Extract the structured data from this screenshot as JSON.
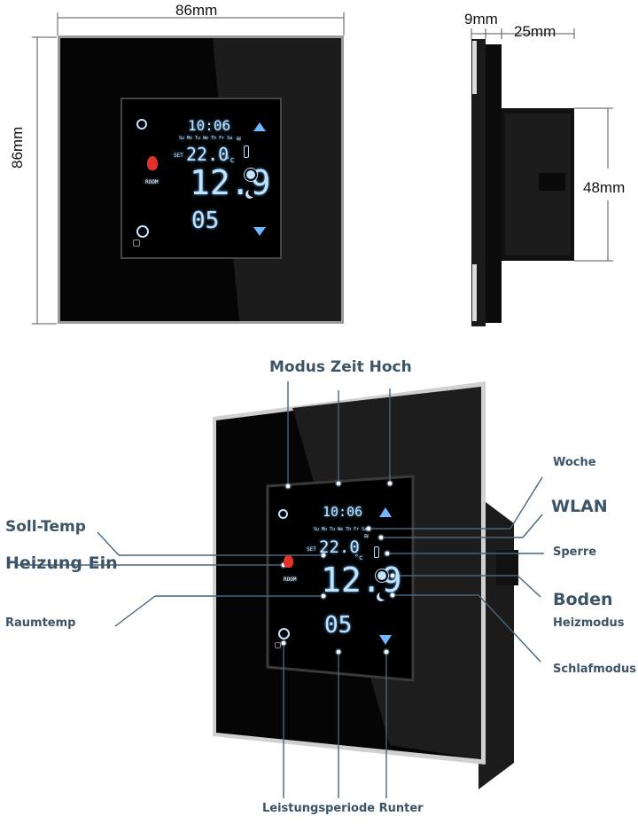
{
  "top_front": {
    "width_label": "86mm",
    "height_label": "86mm",
    "lcd": {
      "time": "10:06",
      "weekdays": "Su Mo Tu We Th Fr Sa",
      "set_label": "SET",
      "set_temp": "22.0",
      "unit": "°c",
      "room_temp": "12.9",
      "room_label": "ROOM",
      "period": "05"
    }
  },
  "top_side": {
    "depth_glass_label": "9mm",
    "depth_body_label": "25mm",
    "height_label": "48mm"
  },
  "bottom": {
    "lcd": {
      "time": "10:06",
      "weekdays": "Su Mo Tu We Th Fr Sa",
      "set_label": "SET",
      "set_temp": "22.0",
      "unit": "°c",
      "room_temp": "12.9",
      "room_label": "ROOM",
      "period": "05"
    },
    "callouts": {
      "top": "Modus Zeit Hoch",
      "soll_temp": "Soll-Temp",
      "heizung_ein": "Heizung Ein",
      "raumtemp": "Raumtemp",
      "woche": "Woche",
      "wlan": "WLAN",
      "sperre": "Sperre",
      "boden": "Boden",
      "heizmodus": "Heizmodus",
      "schlafmodus": "Schlafmodus",
      "bottom": "Leistungsperiode Runter"
    }
  },
  "colors": {
    "glass": "#050505",
    "lcd_text": "#bfe4ff",
    "heat_icon": "#e0322a",
    "label_text": "#3b5468",
    "leader_line": "#4a6478"
  }
}
